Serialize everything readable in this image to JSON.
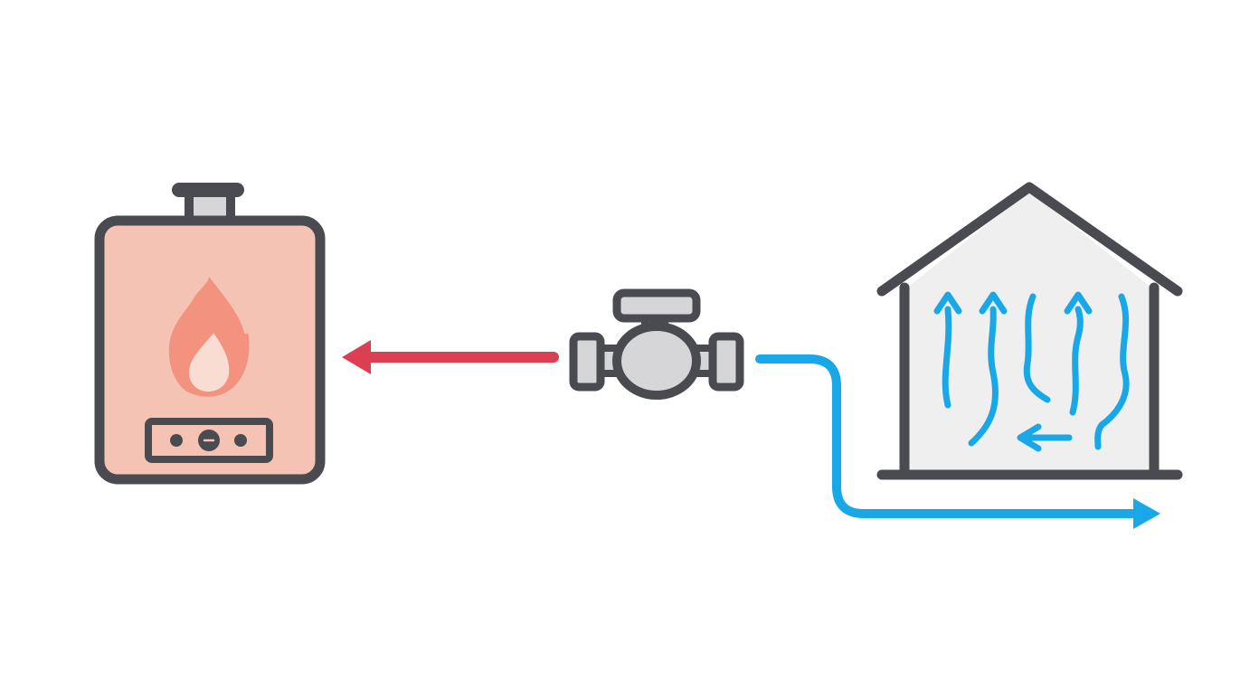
{
  "diagram": {
    "components": [
      {
        "id": "boiler",
        "icon": "boiler-icon"
      },
      {
        "id": "valve",
        "icon": "valve-icon"
      },
      {
        "id": "house",
        "icon": "house-icon"
      }
    ],
    "flows": [
      {
        "id": "hot-flow",
        "from": "valve",
        "to": "boiler",
        "color": "#DC3F52"
      },
      {
        "id": "cold-flow",
        "from": "valve",
        "to": "house",
        "color": "#18A8E8"
      }
    ]
  },
  "colors": {
    "outline": "#4A4B50",
    "boiler_fill": "#F5C3B3",
    "flame_outer": "#F3927E",
    "flame_inner": "#FADDD2",
    "valve_fill": "#D6D6D8",
    "house_fill": "#EFEFF0",
    "hot_pipe": "#DC3F52",
    "cold_pipe": "#18A8E8",
    "background": "#FFFFFF"
  }
}
